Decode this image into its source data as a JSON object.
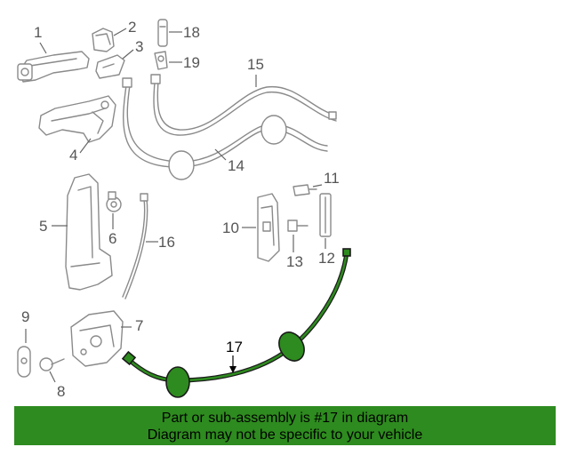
{
  "callouts": {
    "c1": "1",
    "c2": "2",
    "c3": "3",
    "c4": "4",
    "c5": "5",
    "c6": "6",
    "c7": "7",
    "c8": "8",
    "c9": "9",
    "c10": "10",
    "c11": "11",
    "c12": "12",
    "c13": "13",
    "c14": "14",
    "c15": "15",
    "c16": "16",
    "c17": "17",
    "c18": "18",
    "c19": "19"
  },
  "highlighted_part": "17",
  "colors": {
    "highlight": "#2e8b1f",
    "outline": "#8a8a8a",
    "banner": "#2e8b1f"
  },
  "banner": {
    "line1": "Part or sub-assembly is #17 in diagram",
    "line2": "Diagram may not be specific to your vehicle"
  }
}
